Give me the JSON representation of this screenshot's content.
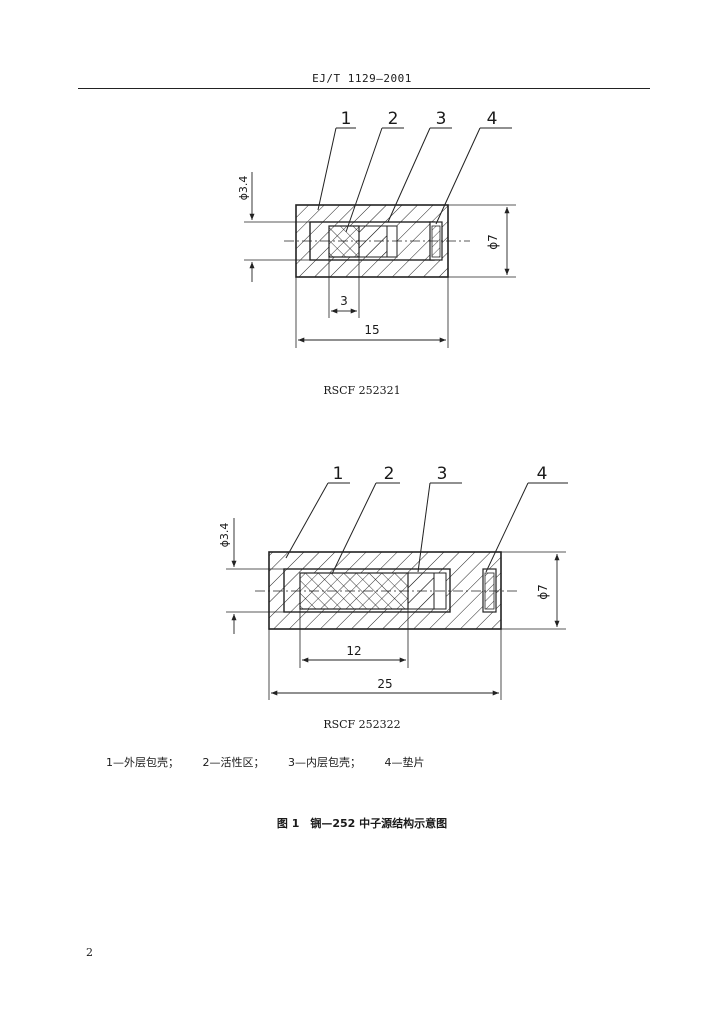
{
  "header": {
    "code": "EJ/T 1129—2001"
  },
  "figure1": {
    "part_labels": [
      "1",
      "2",
      "3",
      "4"
    ],
    "dim_inner_diameter": "ϕ3.4",
    "dim_outer_diameter": "ϕ7",
    "dim_active_length": "3",
    "dim_total_length": "15",
    "caption": "RSCF 252321"
  },
  "figure2": {
    "part_labels": [
      "1",
      "2",
      "3",
      "4"
    ],
    "dim_inner_diameter": "ϕ3.4",
    "dim_outer_diameter": "ϕ7",
    "dim_active_length": "12",
    "dim_total_length": "25",
    "caption": "RSCF 252322"
  },
  "legend": {
    "item1": "1—外层包壳；",
    "item2": "2—活性区；",
    "item3": "3—内层包壳；",
    "item4": "4—垫片"
  },
  "figure_title": "图 1　锎—252 中子源结构示意图",
  "page_number": "2"
}
